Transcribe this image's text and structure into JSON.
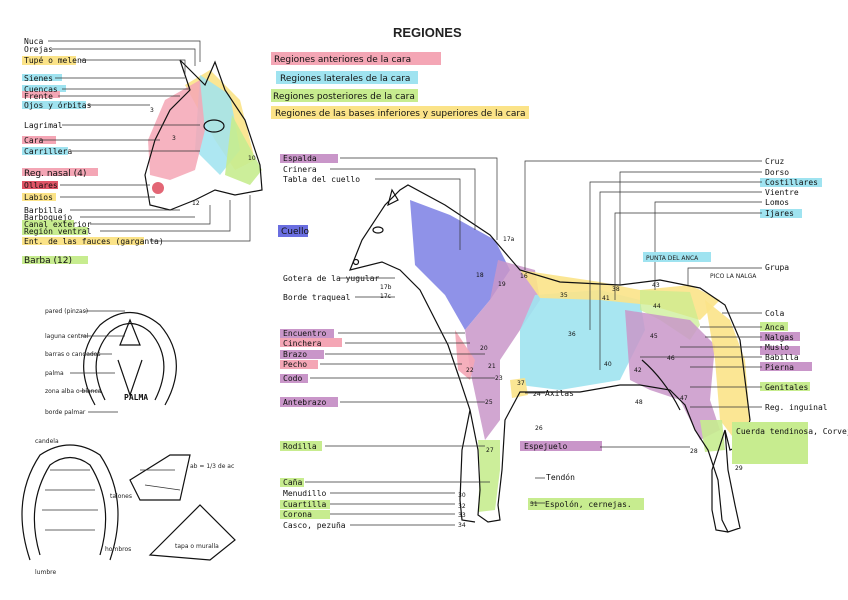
{
  "title": "REGIONES",
  "legend": [
    {
      "text": "Regiones anteriores de la cara",
      "color": "#f4a6b5"
    },
    {
      "text": "Regiones laterales de la cara",
      "color": "#9fe3f0"
    },
    {
      "text": "Regiones posteriores de la cara",
      "color": "#c7ec8f"
    },
    {
      "text": "Regiones de las bases inferiores y superiores de la cara",
      "color": "#fbe388"
    }
  ],
  "head_labels": [
    "Nuca",
    "Orejas",
    "Tupé o melena",
    "Sienes",
    "Cuencas",
    "Frente",
    "Ojos y órbitas",
    "Lagrimal",
    "Cara",
    "Carrillera",
    "Reg. nasal (4)",
    "Ollares",
    "Labios",
    "Barbilla",
    "Barboquejo",
    "Canal exterior",
    "Región ventral",
    "Ent. de las fauces (garganta)",
    "Barba (12)"
  ],
  "hoof_labels": [
    "pared (pinzas)",
    "laguna central",
    "barras o candados",
    "palma",
    "zona alba o blanca",
    "borde palmar"
  ],
  "hoof_title": "PALMA",
  "shoe_labels": [
    "candela",
    "lumbre",
    "hombros",
    "talones",
    "tapa o muralla"
  ],
  "shoe_side_note": "ab = 1/3 de ac",
  "horse_left_labels": [
    "Espalda",
    "Crinera",
    "Tabla del cuello",
    "Cuello",
    "Gotera de la yugular",
    "Borde traqueal",
    "Encuentro",
    "Cinchera",
    "Brazo",
    "Pecho",
    "Codo",
    "Antebrazo",
    "Rodilla",
    "Caña",
    "Menudillo",
    "Cuartilla",
    "Corona",
    "Casco, pezuña"
  ],
  "horse_right_labels": [
    "Cruz",
    "Dorso",
    "Costillares",
    "Vientre",
    "Lomos",
    "Ijares",
    "Grupa",
    "Cola",
    "Anca",
    "Nalgas",
    "Muslo",
    "Babilla",
    "Pierna",
    "Genitales",
    "Reg. inguinal",
    "Cuerda tendinosa, Corvejón"
  ],
  "horse_mid_labels": [
    "PUNTA DEL ANCA",
    "PICO LA NALGA",
    "Axilas",
    "Espejuelo",
    "Tendón",
    "Espolón, cernejas."
  ],
  "numbers": [
    "17a",
    "17b",
    "17c",
    "16",
    "35",
    "36",
    "37",
    "38",
    "40",
    "41",
    "42",
    "43",
    "44",
    "45",
    "46",
    "47",
    "48",
    "18",
    "19",
    "20",
    "21",
    "22",
    "23",
    "24",
    "25",
    "26",
    "27",
    "28",
    "29",
    "30",
    "31",
    "32",
    "33",
    "34"
  ]
}
